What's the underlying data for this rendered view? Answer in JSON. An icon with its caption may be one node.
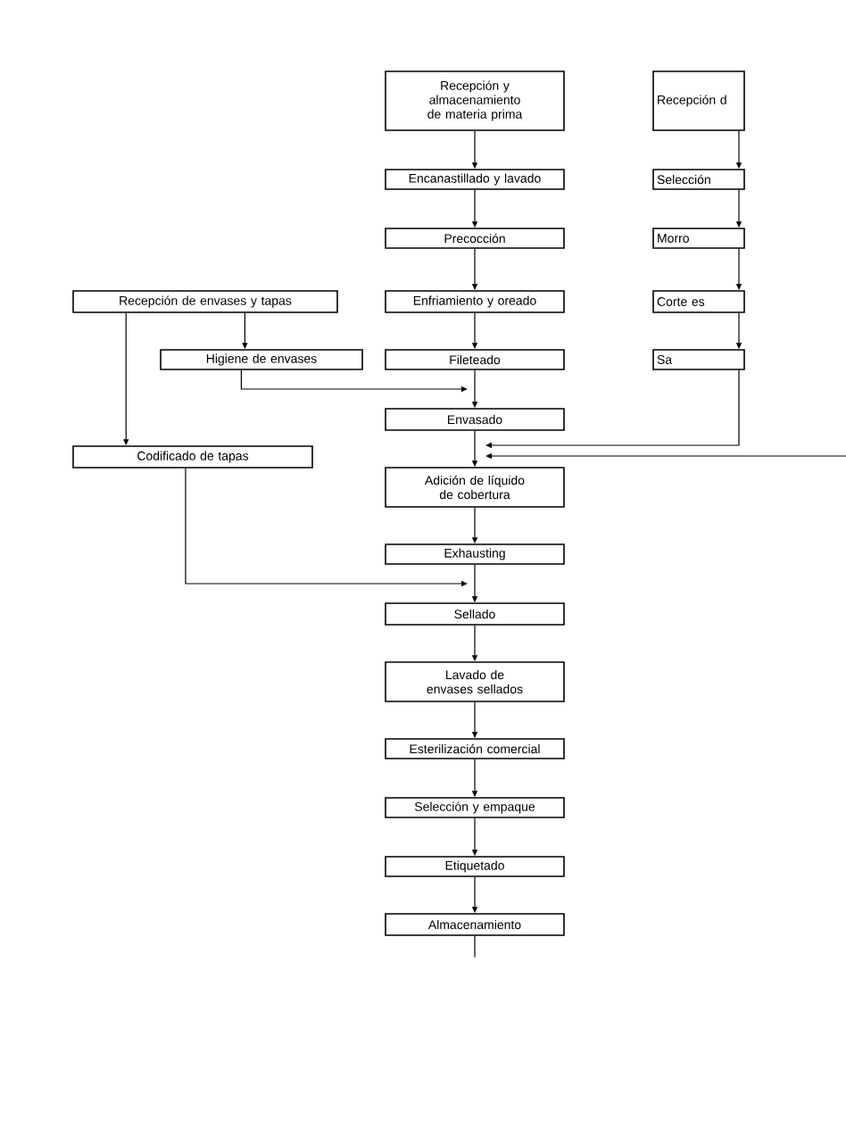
{
  "diagram": {
    "nodes": [
      {
        "text": [
          "Recepción y almacenamiento de materia prima"
        ]
      },
      {
        "text": [
          "Encanastillado y lavado"
        ]
      },
      {
        "text": [
          "Precocción"
        ]
      },
      {
        "text": [
          "Enfriamiento y oreado"
        ]
      },
      {
        "text": [
          "Fileteado"
        ]
      },
      {
        "text": [
          "Envasado"
        ]
      },
      {
        "text": [
          "Adición de líquido de cobertura"
        ]
      },
      {
        "text": [
          "Exhausting"
        ]
      },
      {
        "text": [
          "Sellado"
        ]
      },
      {
        "text": [
          "Lavado de envases sellados"
        ]
      },
      {
        "text": [
          "Esterilización comercial"
        ]
      },
      {
        "text": [
          "Selección y empaque"
        ]
      },
      {
        "text": [
          "Etiquetado"
        ]
      },
      {
        "text": [
          "Almacenamiento"
        ]
      },
      {
        "text": [
          "Recepción de envases y tapas"
        ]
      },
      {
        "text": [
          "Higiene de envases"
        ]
      },
      {
        "text": [
          "Codificado de tapas"
        ]
      },
      {
        "text": [
          "Recepción d"
        ]
      },
      {
        "text": [
          "Selección"
        ]
      },
      {
        "text": [
          "Morro"
        ]
      },
      {
        "text": [
          "Corte es"
        ]
      },
      {
        "text": [
          "Sa"
        ]
      }
    ],
    "edges": [
      {
        "from": 0,
        "to": 1,
        "arrow": "to"
      },
      {
        "from": 1,
        "to": 2,
        "arrow": "to"
      },
      {
        "from": 2,
        "to": 3,
        "arrow": "to"
      },
      {
        "from": 3,
        "to": 4,
        "arrow": "to"
      },
      {
        "from": 4,
        "to": 5,
        "arrow": "to"
      },
      {
        "from": 5,
        "to": 6,
        "arrow": "to"
      },
      {
        "from": 6,
        "to": 7,
        "arrow": "to"
      },
      {
        "from": 7,
        "to": 8,
        "arrow": "to"
      },
      {
        "from": 8,
        "to": 9,
        "arrow": "to"
      },
      {
        "from": 9,
        "to": 10,
        "arrow": "to"
      },
      {
        "from": 10,
        "to": 11,
        "arrow": "to"
      },
      {
        "from": 11,
        "to": 12,
        "arrow": "to"
      },
      {
        "from": 12,
        "to": 13,
        "arrow": "to"
      },
      {
        "from": 13,
        "to": null,
        "arrow": "none"
      },
      {
        "from": 14,
        "to": 15,
        "arrow": "to"
      },
      {
        "from": 14,
        "to": 16,
        "arrow": "to"
      },
      {
        "from": 15,
        "to": 5,
        "arrow": "to"
      },
      {
        "from": 16,
        "to": 8,
        "arrow": "to"
      },
      {
        "from": 17,
        "to": 18,
        "arrow": "to"
      },
      {
        "from": 18,
        "to": 19,
        "arrow": "to"
      },
      {
        "from": 19,
        "to": 20,
        "arrow": "to"
      },
      {
        "from": 20,
        "to": 21,
        "arrow": "to"
      },
      {
        "from": 21,
        "to": 6,
        "arrow": "to"
      },
      {
        "from": null,
        "to": 6,
        "arrow": "to"
      }
    ]
  }
}
